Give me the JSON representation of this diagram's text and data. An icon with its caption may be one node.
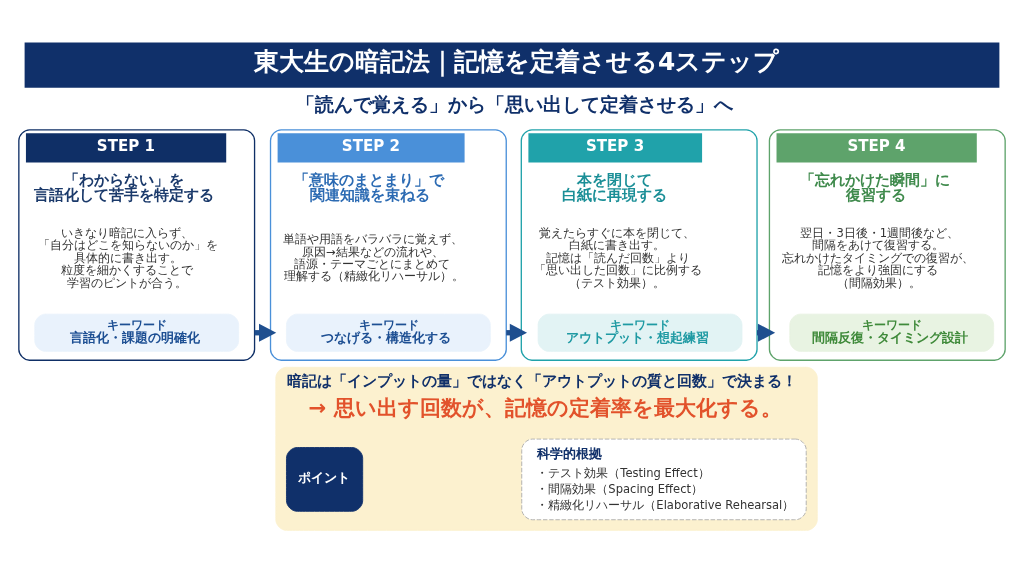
{
  "diagram": {
    "title": "東大生の暗記法｜記憶を定着させる4ステップ",
    "nodes": [
      {
        "text": [
          "STEP 1",
          "「わからない」を言語化して苦手を特定する",
          "いきなり暗記に入らず、「自分はどこを知らないのか」を具体的に書き出す。粒度を細かくすることで学習のピントが合う。"
        ]
      },
      {
        "text": [
          "キーワード",
          "言語化・課題の明確化"
        ],
        "in": 0
      },
      {
        "text": [
          "STEP 2",
          "「意味のまとまり」で関連知識を束ねる",
          "単語や用語をバラバラに覚えず、原因→結果などの流れや、語源・テーマごとにまとめて理解する（精緻化リハーサル）。"
        ]
      },
      {
        "text": [
          "キーワード",
          "つなげる・構造化する"
        ],
        "in": 2
      },
      {
        "text": [
          "STEP 3",
          "本を閉じて白紙に再現する",
          "覚えたらすぐに本を閉じて、白紙に書き出す。記憶は「読んだ回数」より「思い出した回数」に比例する（テスト効果）。"
        ]
      },
      {
        "text": [
          "キーワード",
          "アウトプット・想起練習"
        ],
        "in": 4
      },
      {
        "text": [
          "STEP 4",
          "「忘れかけた瞬間」に復習する",
          "翌日・3日後・1週間後など、間隔をあけて復習する。忘れかけたタイミングでの復習が、記憶をより強固にする（間隔効果）。"
        ]
      },
      {
        "text": [
          "キーワード",
          "間隔反復・タイミング設計"
        ],
        "in": 6
      },
      {
        "text": [
          "暗記は「インプットの量」ではなく「アウトプットの質と回数」で決まる！",
          "→ 思い出す回数が、記憶の定着率を最大化する。"
        ]
      },
      {
        "text": [
          "ポイント"
        ],
        "in": 8
      },
      {
        "text": [
          "科学的根拠",
          "・テスト効果（Testing Effect）",
          "・間隔効果（Spacing Effect）",
          "・精緻化リハーサル（Elaborative Rehearsal）"
        ],
        "in": 8
      }
    ],
    "edges": [
      {
        "from": 0,
        "to": 2,
        "arrow": "to"
      },
      {
        "from": 2,
        "to": 4,
        "arrow": "to"
      },
      {
        "from": 4,
        "to": 6,
        "arrow": "to"
      }
    ],
    "labels": [
      "「読んで覚える」から「思い出して定着させる」へ"
    ]
  }
}
